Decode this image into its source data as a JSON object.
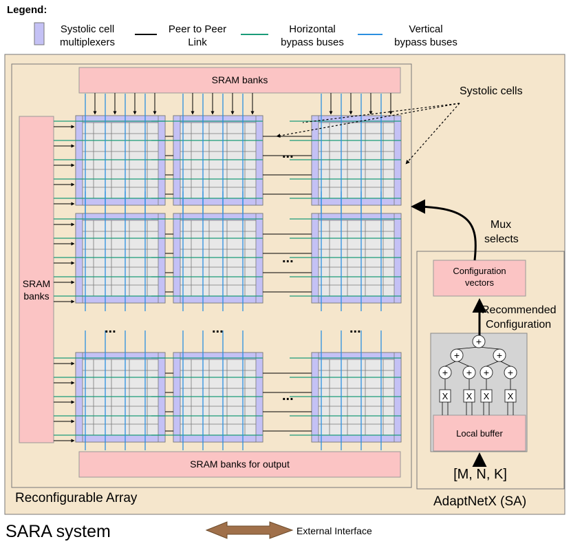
{
  "legend": {
    "title": "Legend:",
    "items": [
      {
        "line1": "Systolic cell",
        "line2": "multiplexers",
        "color": "#c4c1f5"
      },
      {
        "line1": "Peer to Peer",
        "line2": "Link",
        "color": "#000000"
      },
      {
        "line1": "Horizontal",
        "line2": "bypass buses",
        "color": "#1a9b79"
      },
      {
        "line1": "Vertical",
        "line2": "bypass buses",
        "color": "#2a8fe0"
      }
    ]
  },
  "array": {
    "sram_top": "SRAM banks",
    "sram_left_line1": "SRAM",
    "sram_left_line2": "banks",
    "sram_bottom": "SRAM banks for output",
    "label": "Reconfigurable Array",
    "ellipsis": "..."
  },
  "annotations": {
    "systolic_cells": "Systolic cells",
    "mux_line1": "Mux",
    "mux_line2": "selects",
    "recommended_line1": "Recommended",
    "recommended_line2": "Configuration"
  },
  "adaptnet": {
    "config_line1": "Configuration",
    "config_line2": "vectors",
    "local_buffer": "Local buffer",
    "input": "[M, N, K]",
    "label": "AdaptNetX (SA)",
    "plus": "+",
    "times": "X"
  },
  "system": {
    "label": "SARA system",
    "external": "External Interface"
  },
  "colors": {
    "cream": "#f5e6cc",
    "pink": "#fbc4c4",
    "lavender": "#c4c1f5",
    "cell": "#e8e8e8",
    "green": "#1a9b79",
    "blue": "#2a8fe0",
    "brown": "#a0704a",
    "gray": "#d4d4d4"
  }
}
